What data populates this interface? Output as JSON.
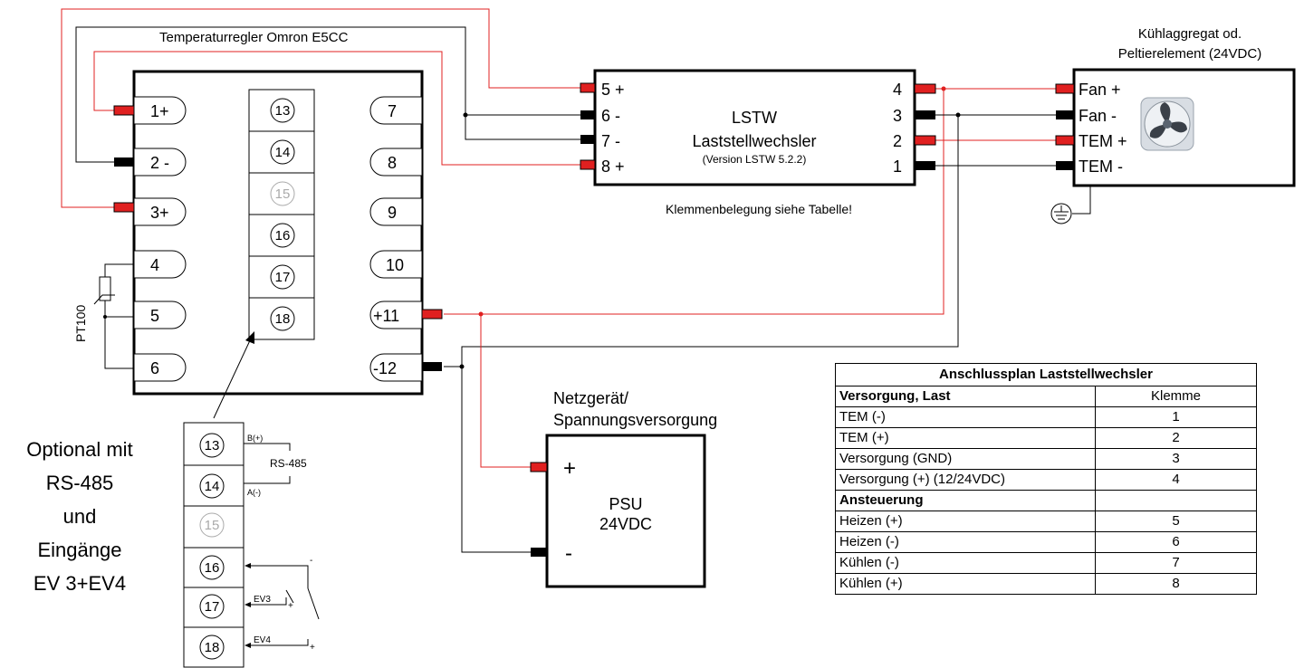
{
  "controller": {
    "title": "Temperaturregler Omron E5CC",
    "left_terminals": [
      "1+",
      "2 -",
      "3+",
      "4",
      "5",
      "6"
    ],
    "mid_terminals": [
      "13",
      "14",
      "15",
      "16",
      "17",
      "18"
    ],
    "right_terminals": [
      "7",
      "8",
      "9",
      "10",
      "+11",
      "-12"
    ],
    "sensor_label": "PT100"
  },
  "lstw": {
    "name": "LSTW",
    "subtitle": "Laststellwechsler",
    "version": "(Version LSTW 5.2.2)",
    "left_pins": [
      "5 +",
      "6 -",
      "7 -",
      "8 +"
    ],
    "right_pins": [
      "4",
      "3",
      "2",
      "1"
    ],
    "note": "Klemmenbelegung siehe Tabelle!"
  },
  "cooler": {
    "title_line1": "Kühlaggregat od.",
    "title_line2": "Peltierelement (24VDC)",
    "pins": [
      "Fan +",
      "Fan -",
      "TEM +",
      "TEM -"
    ]
  },
  "psu": {
    "title_line1": "Netzgerät/",
    "title_line2": "Spannungsversorgung",
    "line1": "PSU",
    "line2": "24VDC",
    "plus": "+",
    "minus": "-"
  },
  "optional": {
    "text_lines": [
      "Optional mit",
      "RS-485",
      "und",
      "Eingänge",
      "EV 3+EV4"
    ],
    "terminals": [
      "13",
      "14",
      "15",
      "16",
      "17",
      "18"
    ],
    "b_label": "B(+)",
    "a_label": "A(-)",
    "rs485_label": "RS-485",
    "ev3_label": "EV3",
    "ev4_label": "EV4",
    "minus_sign": "-",
    "plus_sign": "+"
  },
  "table": {
    "title": "Anschlussplan Laststellwechsler",
    "section1": "Versorgung, Last",
    "col2_header": "Klemme",
    "rows1": [
      {
        "label": "TEM (-)",
        "klemme": "1"
      },
      {
        "label": "TEM (+)",
        "klemme": "2"
      },
      {
        "label": "Versorgung (GND)",
        "klemme": "3"
      },
      {
        "label": "Versorgung (+) (12/24VDC)",
        "klemme": "4"
      }
    ],
    "section2": "Ansteuerung",
    "rows2": [
      {
        "label": "Heizen (+)",
        "klemme": "5"
      },
      {
        "label": "Heizen (-)",
        "klemme": "6"
      },
      {
        "label": "Kühlen (-)",
        "klemme": "7"
      },
      {
        "label": "Kühlen (+)",
        "klemme": "8"
      }
    ]
  },
  "colors": {
    "wire_red": "#e02020",
    "wire_black": "#000000",
    "terminal_gray": "#aaaaaa"
  }
}
